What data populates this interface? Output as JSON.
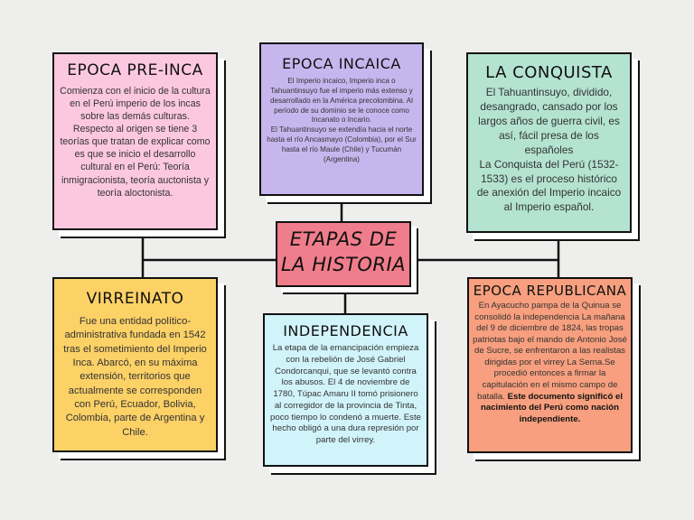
{
  "diagram": {
    "center": {
      "title_line1": "ETAPAS DE",
      "title_line2": "LA HISTORIA"
    },
    "nodes": [
      {
        "id": "preinca",
        "title": "EPOCA PRE-INCA",
        "body": "Comienza con el inicio de la cultura en el Perú imperio de los incas sobre las demás culturas.\nRespecto al origen se tiene 3 teorías que tratan de explicar como es que se inicio el desarrollo cultural en el Perú: Teoría inmigracionista, teoría auctonista y teoría aloctonista.",
        "color": "#fcc8df"
      },
      {
        "id": "incaica",
        "title": "EPOCA INCAICA",
        "body": "El Imperio incaico, Imperio inca o Tahuantinsuyo fue el imperio más extenso y desarrollado en la América precolombina. Al período de su dominio se le conoce como Incanato o Incario.\nEl Tahuantinsuyo se extendía hacia el norte hasta el río Ancasmayo (Colombia), por el Sur hasta el río Maule (Chile) y Tucumán (Argentina)",
        "color": "#c7b6ee"
      },
      {
        "id": "conquista",
        "title": "LA CONQUISTA",
        "body": "El Tahuantinsuyo, dividido, desangrado, cansado por los largos años de guerra civil, es así, fácil presa de los españoles\nLa Conquista del Perú (1532-1533) es el proceso histórico de anexión del Imperio incaico al Imperio español.",
        "color": "#b4e3d1"
      },
      {
        "id": "virreinato",
        "title": "VIRREINATO",
        "body": "Fue una entidad político-administrativa fundada en 1542 tras el sometimiento del Imperio Inca. Abarcó, en su máxima extensión, territorios que actualmente se corresponden con Perú, Ecuador, Bolivia, Colombia, parte de Argentina y Chile.",
        "color": "#fcd166"
      },
      {
        "id": "independencia",
        "title": "INDEPENDENCIA",
        "body": "La etapa de la emancipación empieza con la rebelión de José Gabriel Condorcanqui, que se levantó contra los abusos. El 4 de noviembre de 1780, Túpac Amaru II tomó prisionero al corregidor de la provincia de Tinta, poco tiempo lo condenó a muerte. Este hecho obligó a una dura represión por parte del virrey.",
        "color": "#d1f3fa"
      },
      {
        "id": "republicana",
        "title": "EPOCA REPUBLICANA",
        "body": "En Ayacucho pampa de la Quinua se consolidó la independencia La mañana del 9 de diciembre de 1824, las tropas patriotas bajo el mando de Antonio José de Sucre, se enfrentaron a las realistas dirigidas por el virrey La Serna.Se procedió entonces a firmar la capitulación en el mismo campo de batalla. ",
        "body_bold": "Este documento significó el nacimiento del Perú como nación independiente.",
        "color": "#f79f7e"
      }
    ],
    "colors": {
      "center": "#f07d8b",
      "border": "#111111",
      "background": "#eeeeec"
    }
  }
}
